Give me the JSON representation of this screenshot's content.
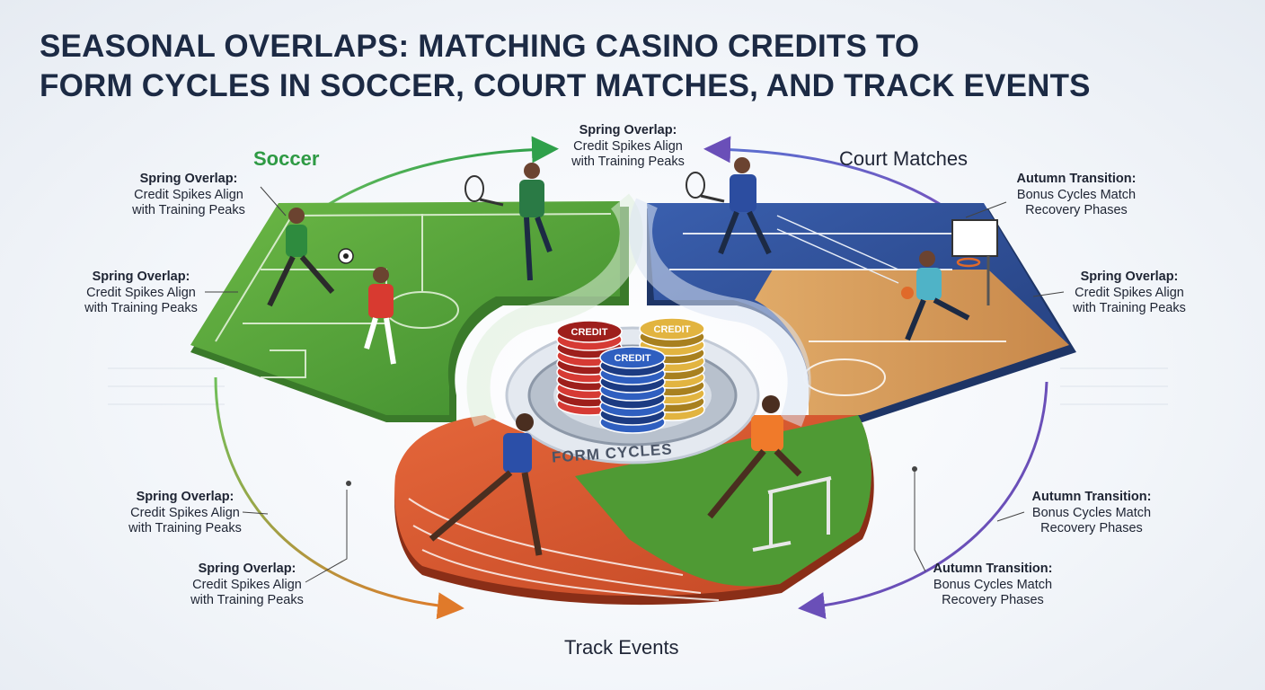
{
  "title": {
    "line1": "SEASONAL OVERLAPS: MATCHING CASINO CREDITS TO",
    "line2": "FORM CYCLES IN SOCCER, COURT MATCHES, AND TRACK EVENTS"
  },
  "panels": {
    "soccer": "Soccer",
    "court": "Court Matches",
    "track": "Track Events"
  },
  "hub": {
    "label": "FORM CYCLES",
    "chip_label": "CREDIT"
  },
  "notes": [
    {
      "title": "Spring Overlap:",
      "line2": "Credit Spikes Align",
      "line3": "with Training Peaks"
    },
    {
      "title": "Spring Overlap:",
      "line2": "Credit Spikes Align",
      "line3": "with Training Peaks"
    },
    {
      "title": "Spring Overlap:",
      "line2": "Credit Spikes Align",
      "line3": "with Training Peaks"
    },
    {
      "title": "Spring Overlap:",
      "line2": "Credit Spikes Align",
      "line3": "with Training Peaks"
    },
    {
      "title": "Spring Overlap:",
      "line2": "Credit Spikes Align",
      "line3": "with Training Peaks"
    },
    {
      "title": "Autumn Transition:",
      "line2": "Bonus Cycles Match",
      "line3": "Recovery Phases"
    },
    {
      "title": "Spring Overlap:",
      "line2": "Credit Spikes Align",
      "line3": "with Training Peaks"
    },
    {
      "title": "Autumn Transition:",
      "line2": "Bonus Cycles Match",
      "line3": "Recovery Phases"
    },
    {
      "title": "Autumn Transition:",
      "line2": "Bonus Cycles Match",
      "line3": "Recovery Phases"
    }
  ],
  "colors": {
    "title": "#1c2a44",
    "soccer_accent": "#3fa84a",
    "court_accent": "#7a4fb0",
    "track_accent": "#e07a2a",
    "grass": "#5ea83a",
    "court_blue": "#2f4f97",
    "hardwood": "#d49a5a",
    "track_red": "#d4552f"
  },
  "icons": [
    "soccer-ball-icon",
    "tennis-racket-icon",
    "basketball-hoop-icon",
    "hurdle-icon",
    "gear-icon",
    "chip-stack-icon"
  ]
}
